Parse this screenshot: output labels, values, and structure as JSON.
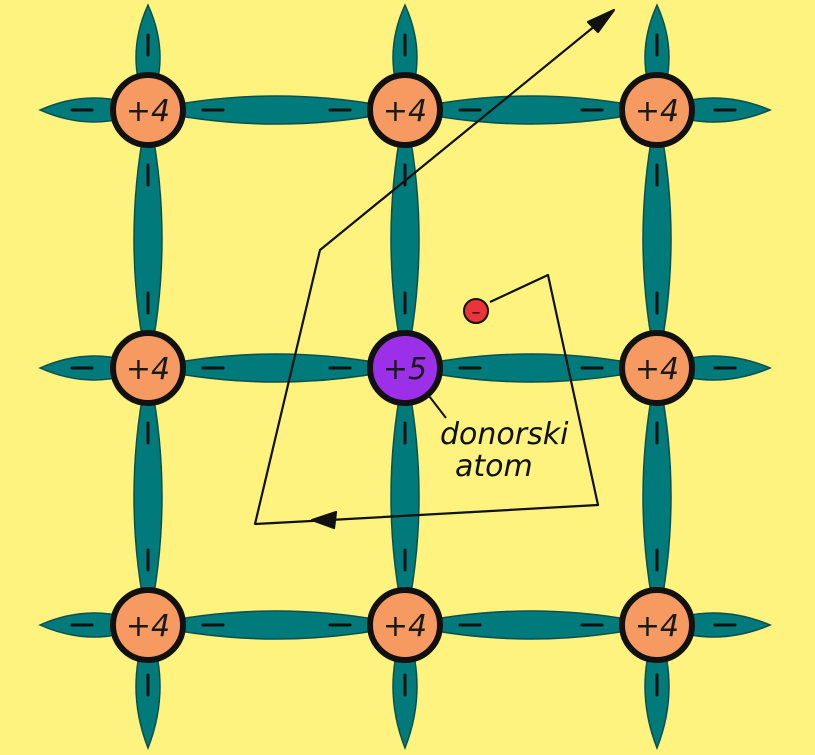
{
  "colors": {
    "background": "#fdf37e",
    "bond": "#007a7a",
    "atom": "#f79a62",
    "donor_atom": "#9b30e8",
    "electron": "#e8343a",
    "outline": "#111111"
  },
  "lattice": {
    "rows": 3,
    "cols": 3,
    "donor_row": 1,
    "donor_col": 1,
    "atom_charge": "+4",
    "donor_charge": "+5",
    "bond_mark": "–",
    "electron_mark": "–"
  },
  "annotation": {
    "line1": "donorski",
    "line2": "atom"
  }
}
